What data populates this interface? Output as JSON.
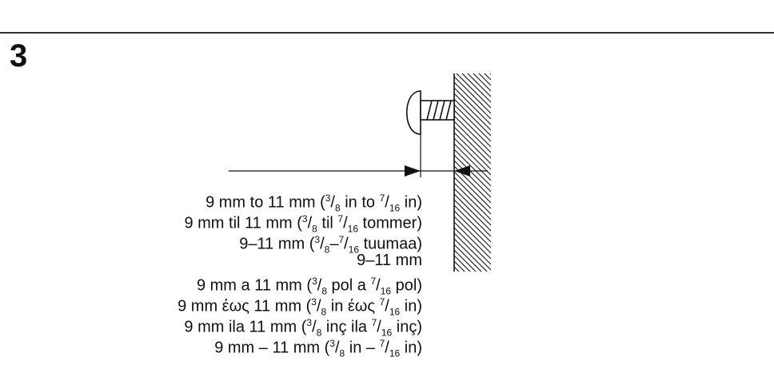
{
  "step": {
    "number": "3"
  },
  "illustration": {
    "line_color": "#111111",
    "wall_hatch_color": "#111111"
  },
  "measurements": [
    {
      "pre": "9 mm to 11 mm (",
      "n1": "3",
      "d1": "8",
      "mid": " in to ",
      "n2": "7",
      "d2": "16",
      "post": " in)"
    },
    {
      "pre": "9 mm til 11 mm (",
      "n1": "3",
      "d1": "8",
      "mid": " til ",
      "n2": "7",
      "d2": "16",
      "post": " tommer)"
    },
    {
      "pre": "9–11 mm (",
      "n1": "3",
      "d1": "8",
      "mid": "–",
      "n2": "7",
      "d2": "16",
      "post": " tuumaa)"
    },
    {
      "pre": "9–11 mm"
    },
    {
      "pre": "9 mm a 11 mm (",
      "n1": "3",
      "d1": "8",
      "mid": " pol a ",
      "n2": "7",
      "d2": "16",
      "post": " pol)"
    },
    {
      "pre": "9 mm έως 11 mm (",
      "n1": "3",
      "d1": "8",
      "mid": " in έως ",
      "n2": "7",
      "d2": "16",
      "post": " in)"
    },
    {
      "pre": "9 mm ila 11 mm (",
      "n1": "3",
      "d1": "8",
      "mid": " inç ila ",
      "n2": "7",
      "d2": "16",
      "post": " inç)"
    },
    {
      "pre": "9 mm – 11 mm (",
      "n1": "3",
      "d1": "8",
      "mid": " in – ",
      "n2": "7",
      "d2": "16",
      "post": " in)"
    }
  ]
}
